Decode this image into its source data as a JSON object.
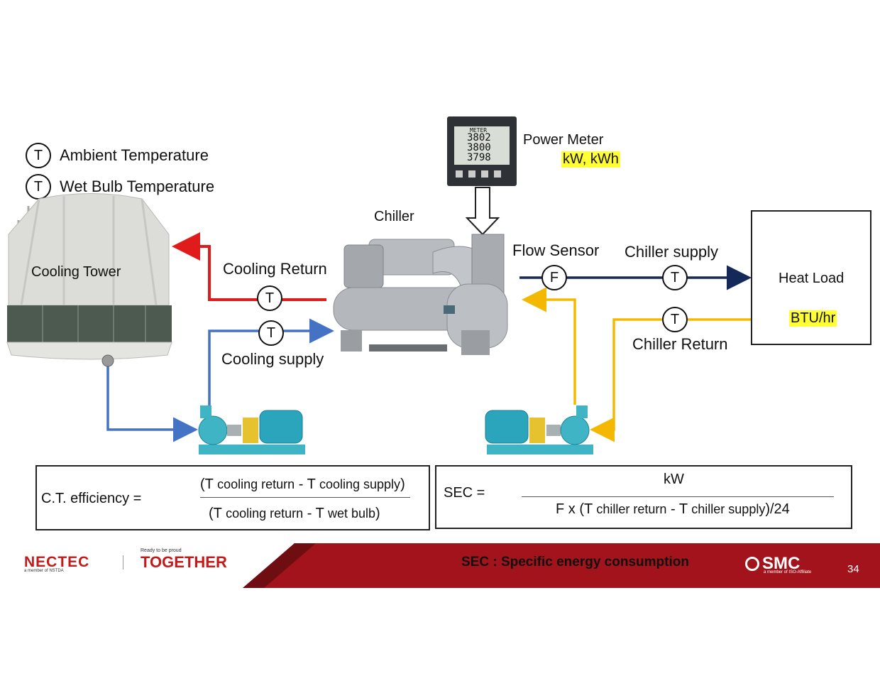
{
  "legend": {
    "symbol": "T",
    "ambient": "Ambient Temperature",
    "wet_bulb": "Wet Bulb Temperature"
  },
  "labels": {
    "cooling_tower": "Cooling Tower",
    "chiller": "Chiller",
    "power_meter": "Power Meter",
    "power_meter_units": "kW, kWh",
    "meter_display_header": "METER",
    "meter_display_v1": "3802",
    "meter_display_v2": "3800",
    "meter_display_v3": "3798",
    "flow_sensor": "Flow Sensor",
    "chiller_supply": "Chiller supply",
    "heat_load": "Heat Load",
    "heat_load_units": "BTU/hr",
    "cooling_return": "Cooling Return",
    "cooling_supply": "Cooling supply",
    "chiller_return": "Chiller Return",
    "sensor_T": "T",
    "sensor_F": "F"
  },
  "formulas": {
    "ct_lhs": "C.T. efficiency =",
    "ct_numerator": {
      "p1": "(T ",
      "s1": "cooling return",
      "p2": " - T ",
      "s2": "cooling supply",
      "p3": ")"
    },
    "ct_denominator": {
      "p1": "(T ",
      "s1": "cooling return",
      "p2": " - T ",
      "s2": "wet bulb",
      "p3": ")"
    },
    "sec_lhs": "SEC =",
    "sec_numerator": "kW",
    "sec_denominator": {
      "p1": "F x (T ",
      "s1": "chiller return",
      "p2": " - T ",
      "s2": "chiller supply",
      "p3": ")/24"
    }
  },
  "footer": {
    "nectec": "NECTEC",
    "nectec_sub": "a member of NSTDA",
    "together_small": "Ready to be proud",
    "together": "TOGETHER",
    "sec_def": "SEC : Specific energy consumption",
    "smc": "SMC",
    "smc_sub": "a member of ISO-Affiliate",
    "page_number": "34"
  },
  "colors": {
    "hot_red": "#e01b1b",
    "cool_blue": "#4472c4",
    "chilled_navy": "#14285a",
    "return_yellow": "#f5b800",
    "footer_red": "#a3131b",
    "footer_dark": "#6e0d12",
    "highlight": "#ffff33"
  }
}
